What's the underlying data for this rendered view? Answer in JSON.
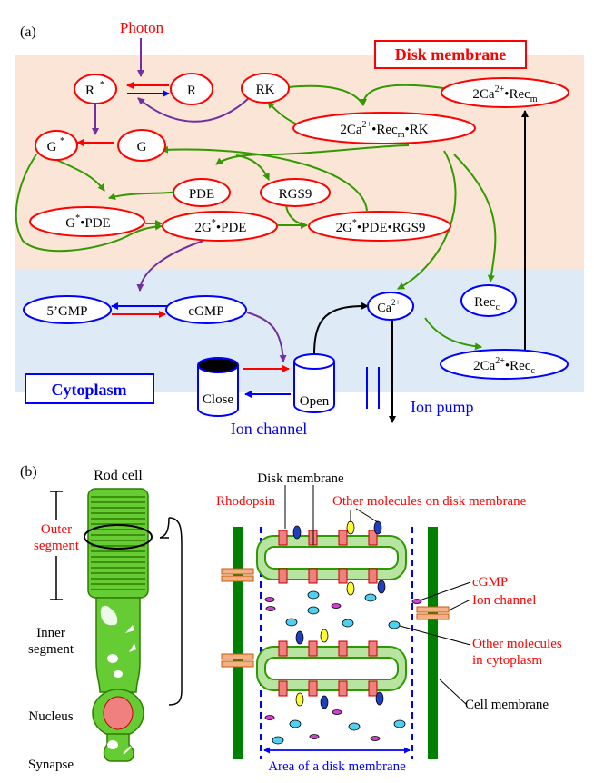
{
  "colors": {
    "disk_region": "#fbe5d6",
    "cyto_region": "#deebf7",
    "red": "#ff0000",
    "blue": "#0000ff",
    "green": "#339900",
    "purple": "#7030a0",
    "cell_green": "#66cc33",
    "cell_dark": "#2f7d00",
    "rhodopsin": "#f08080",
    "ion_channel": "#f4b183",
    "dark_green": "#008000"
  },
  "panel_a": {
    "label": "(a)",
    "photon": "Photon",
    "disk_membrane": "Disk membrane",
    "cytoplasm": "Cytoplasm",
    "ion_channel": "Ion channel",
    "ion_pump": "Ion pump",
    "close": "Close",
    "open": "Open",
    "nodes": {
      "R_star": "R*",
      "R": "R",
      "RK": "RK",
      "G_star": "G*",
      "G": "G",
      "PDE": "PDE",
      "RGS9": "RGS9",
      "G_star_PDE": "G*•PDE",
      "two_G_star_PDE": "2G*•PDE",
      "two_G_star_PDE_RGS9": "2G*•PDE•RGS9",
      "Ca_Rec_m_RK": "2Ca2+•Recm•RK",
      "Ca_Rec_m": "2Ca2+•Recm",
      "GMP5": "5’GMP",
      "cGMP": "cGMP",
      "Ca": "Ca2+",
      "Rec_c": "Recc",
      "Ca_Rec_c": "2Ca2+•Recc"
    }
  },
  "panel_b": {
    "label": "(b)",
    "rod_cell": "Rod cell",
    "outer_segment": [
      "Outer",
      "segment"
    ],
    "inner_segment": [
      "Inner",
      "segment"
    ],
    "nucleus": "Nucleus",
    "synapse": "Synapse",
    "disk_membrane": "Disk membrane",
    "rhodopsin": "Rhodopsin",
    "other_disk": "Other molecules on disk membrane",
    "cgmp": "cGMP",
    "ion_channel": "Ion channel",
    "other_cyto": [
      "Other molecules",
      "in cytoplasm"
    ],
    "cell_membrane": "Cell membrane",
    "area": "Area of a disk membrane"
  }
}
